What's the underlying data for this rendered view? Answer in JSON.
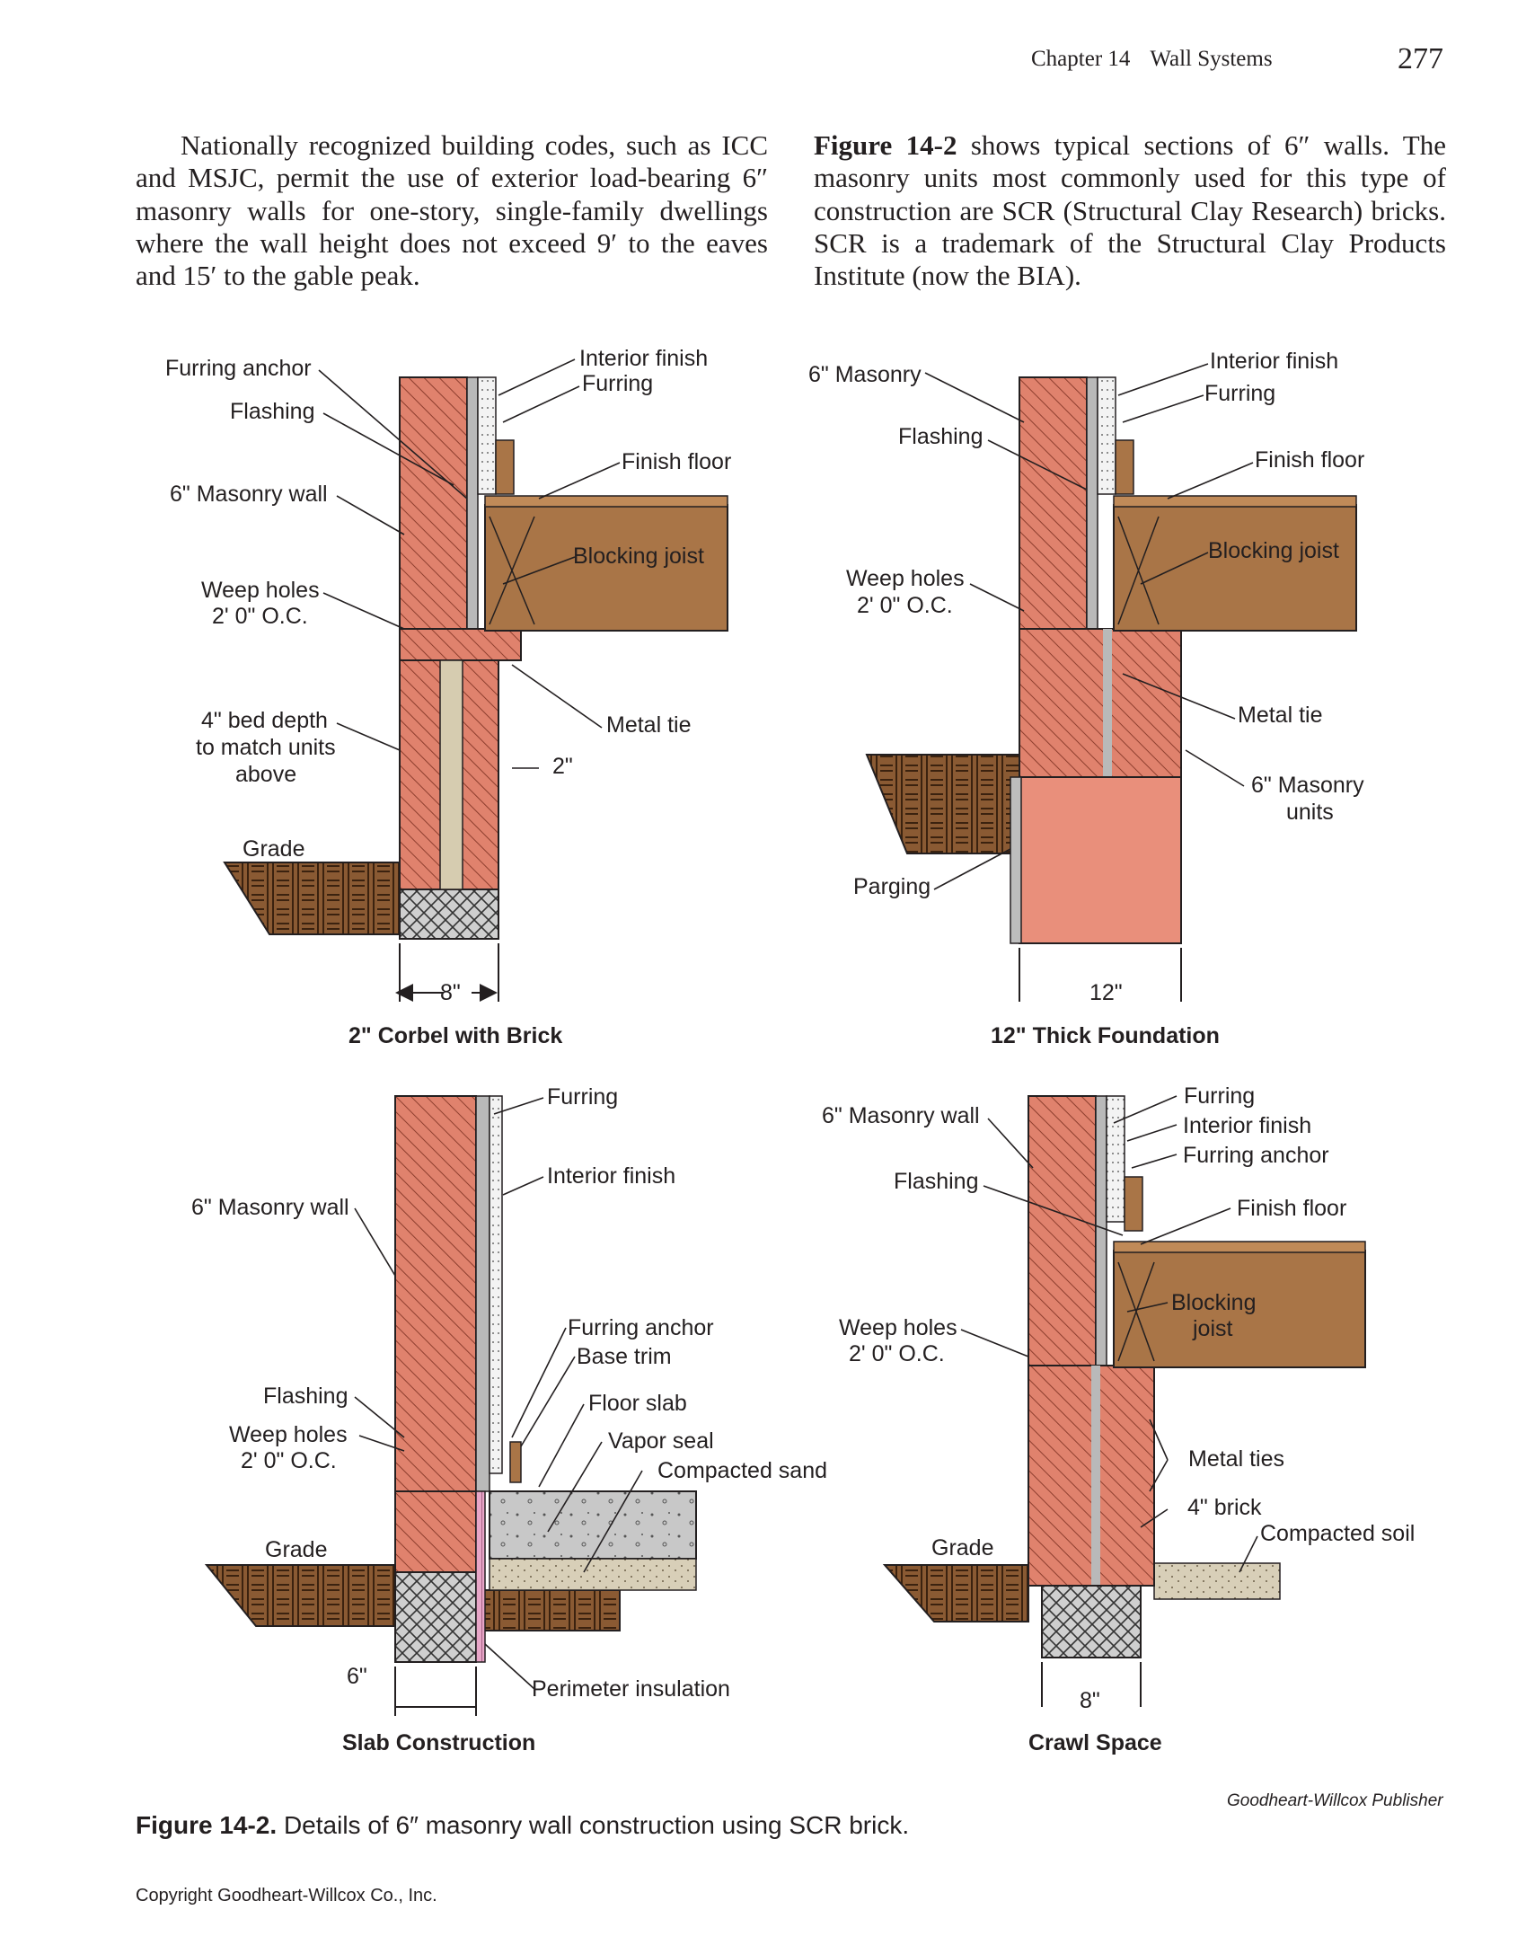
{
  "header": {
    "chapter": "Chapter 14",
    "section": "Wall Systems",
    "page_number": "277"
  },
  "body": {
    "left_paragraph": "Nationally recognized building codes, such as ICC and MSJC, permit the use of exterior load-bearing 6″ masonry walls for one-story, single-family dwellings where the wall height does not exceed 9′ to the eaves and 15′ to the gable peak.",
    "right_paragraph_lead": "Figure 14-2",
    "right_paragraph_rest": " shows typical sections of 6″ walls. The masonry units most commonly used for this type of construction are SCR (Structural Clay Research) bricks. SCR is a trademark of the Structural Clay Products Institute (now the BIA)."
  },
  "figure": {
    "panels": [
      {
        "title": "2\" Corbel with Brick",
        "labels": [
          "Furring anchor",
          "Flashing",
          "6\" Masonry wall",
          "Weep holes",
          "2' 0\" O.C.",
          "4\" bed depth",
          "to match units",
          "above",
          "Grade",
          "Interior finish",
          "Furring",
          "Finish floor",
          "Blocking joist",
          "Metal tie",
          "2\"",
          "8\""
        ]
      },
      {
        "title": "12\" Thick Foundation",
        "labels": [
          "6\" Masonry",
          "Flashing",
          "Weep holes",
          "2' 0\" O.C.",
          "Parging",
          "Interior finish",
          "Furring",
          "Finish floor",
          "Blocking joist",
          "Metal tie",
          "6\" Masonry",
          "units",
          "12\""
        ]
      },
      {
        "title": "Slab Construction",
        "labels": [
          "6\" Masonry wall",
          "Flashing",
          "Weep holes",
          "2' 0\" O.C.",
          "Grade",
          "6\"",
          "Furring",
          "Interior finish",
          "Furring anchor",
          "Base trim",
          "Floor slab",
          "Vapor seal",
          "Compacted sand",
          "Perimeter insulation"
        ]
      },
      {
        "title": "Crawl Space",
        "labels": [
          "6\" Masonry wall",
          "Flashing",
          "Weep holes",
          "2' 0\" O.C.",
          "Grade",
          "Furring",
          "Interior finish",
          "Furring anchor",
          "Finish floor",
          "Blocking",
          "joist",
          "Metal ties",
          "4\" brick",
          "Compacted soil",
          "8\""
        ]
      }
    ],
    "credit": "Goodheart-Willcox Publisher",
    "caption_label": "Figure 14-2.",
    "caption_text": " Details of 6″ masonry wall construction using SCR brick."
  },
  "footer": {
    "copyright": "Copyright Goodheart-Willcox Co., Inc."
  },
  "colors": {
    "brick": "#e0826d",
    "mortar": "#b9b9b9",
    "joist": "#a97547",
    "earth": "#8a5a33",
    "concrete": "#c8c8c8",
    "insulation": "#e8a6c8",
    "text": "#231f20"
  }
}
